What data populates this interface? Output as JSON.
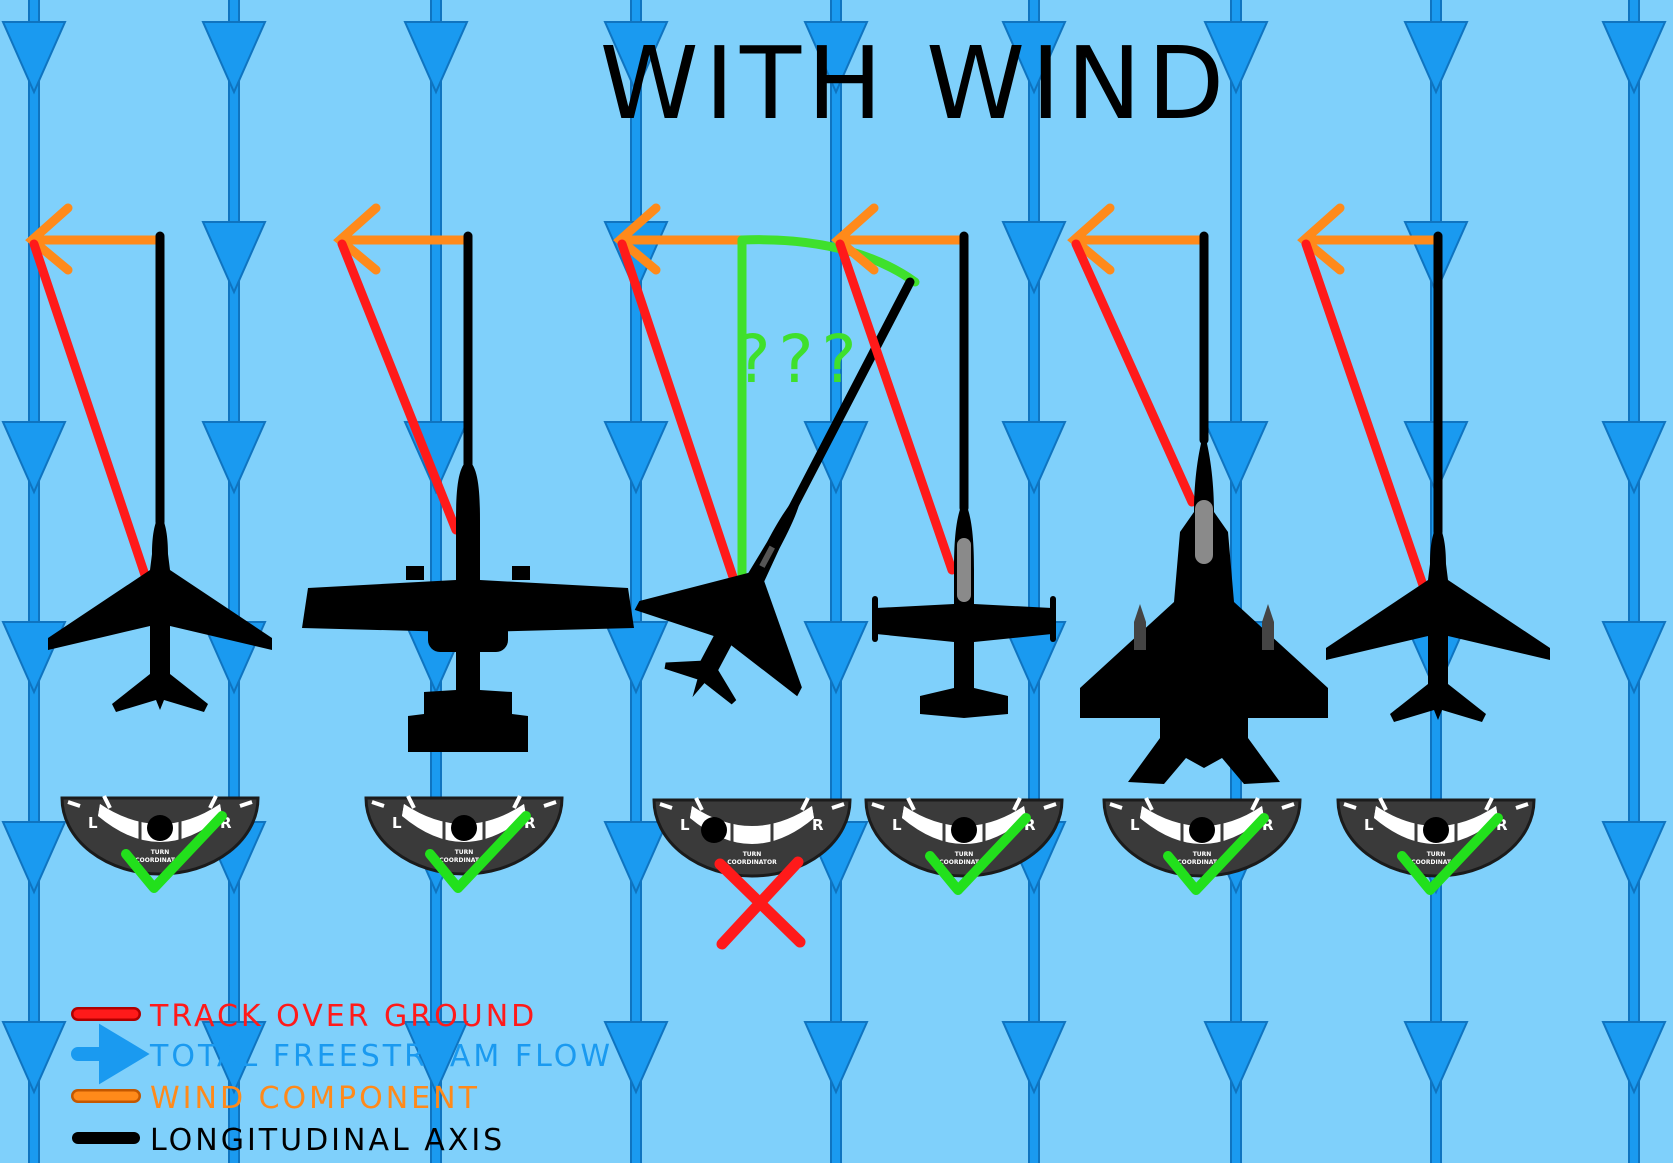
{
  "title": "WITH WIND",
  "question_marks": "???",
  "legend": [
    {
      "label": "TRACK OVER GROUND",
      "color": "#ff1a1a",
      "kind": "line"
    },
    {
      "label": "TOTAL FREESTREAM FLOW",
      "color": "#1a9af0",
      "kind": "arrow"
    },
    {
      "label": "WIND COMPONENT",
      "color": "#ff8a1a",
      "kind": "line"
    },
    {
      "label": "LONGITUDINAL AXIS",
      "color": "#000000",
      "kind": "line"
    }
  ],
  "gauge": {
    "left": "L",
    "right": "R",
    "caption_line1": "TURN",
    "caption_line2": "COORDINATOR"
  },
  "aircraft": [
    {
      "name": "swept-wing-jet",
      "heading_aligned": true,
      "ball": "centered",
      "verdict": "check"
    },
    {
      "name": "twin-engine-attack-jet",
      "heading_aligned": true,
      "ball": "centered",
      "verdict": "check"
    },
    {
      "name": "delta-fighter",
      "heading_aligned": false,
      "ball": "left",
      "verdict": "cross"
    },
    {
      "name": "jet-trainer",
      "heading_aligned": true,
      "ball": "centered",
      "verdict": "check"
    },
    {
      "name": "twin-tail-fighter",
      "heading_aligned": true,
      "ball": "centered",
      "verdict": "check"
    },
    {
      "name": "swept-wing-jet",
      "heading_aligned": true,
      "ball": "centered",
      "verdict": "check"
    }
  ],
  "colors": {
    "background": "#7fd0fb",
    "flow": "#1a9af0",
    "track": "#ff1a1a",
    "wind": "#ff8a1a",
    "axis": "#000000",
    "angle": "#3fe02c",
    "check": "#22e01c",
    "cross": "#ff1a1a"
  }
}
